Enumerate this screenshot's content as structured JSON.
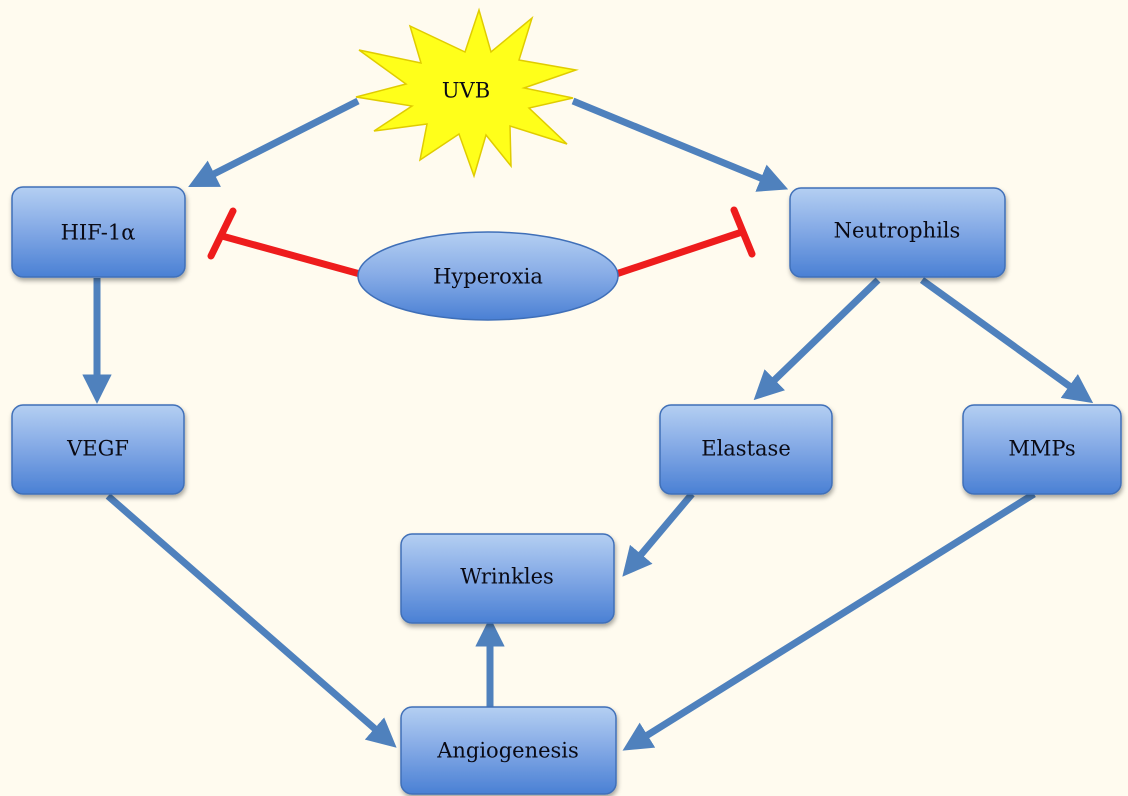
{
  "diagram": {
    "type": "pathway-flowchart",
    "colors": {
      "background": "#fffbef",
      "node_fill_top": "#a9c6ef",
      "node_fill_bottom": "#4f86d6",
      "node_border": "#3f6fb8",
      "arrow": "#4f81bd",
      "inhibition": "#ee1c1c",
      "burst_fill": "#ffff1a",
      "burst_stroke": "#d8c400"
    },
    "nodes": {
      "uvb": "UVB",
      "hif": "HIF-1α",
      "hyperoxia": "Hyperoxia",
      "neutrophils": "Neutrophils",
      "vegf": "VEGF",
      "elastase": "Elastase",
      "mmps": "MMPs",
      "wrinkles": "Wrinkles",
      "angiogenesis": "Angiogenesis"
    },
    "edges": [
      {
        "from": "UVB",
        "to": "HIF-1α",
        "type": "activation"
      },
      {
        "from": "UVB",
        "to": "Neutrophils",
        "type": "activation"
      },
      {
        "from": "Hyperoxia",
        "to": "HIF-1α",
        "type": "inhibition"
      },
      {
        "from": "Hyperoxia",
        "to": "Neutrophils",
        "type": "inhibition"
      },
      {
        "from": "HIF-1α",
        "to": "VEGF",
        "type": "activation"
      },
      {
        "from": "Neutrophils",
        "to": "Elastase",
        "type": "activation"
      },
      {
        "from": "Neutrophils",
        "to": "MMPs",
        "type": "activation"
      },
      {
        "from": "VEGF",
        "to": "Angiogenesis",
        "type": "activation"
      },
      {
        "from": "Elastase",
        "to": "Wrinkles",
        "type": "activation"
      },
      {
        "from": "MMPs",
        "to": "Angiogenesis",
        "type": "activation"
      },
      {
        "from": "Angiogenesis",
        "to": "Wrinkles",
        "type": "activation"
      }
    ]
  }
}
